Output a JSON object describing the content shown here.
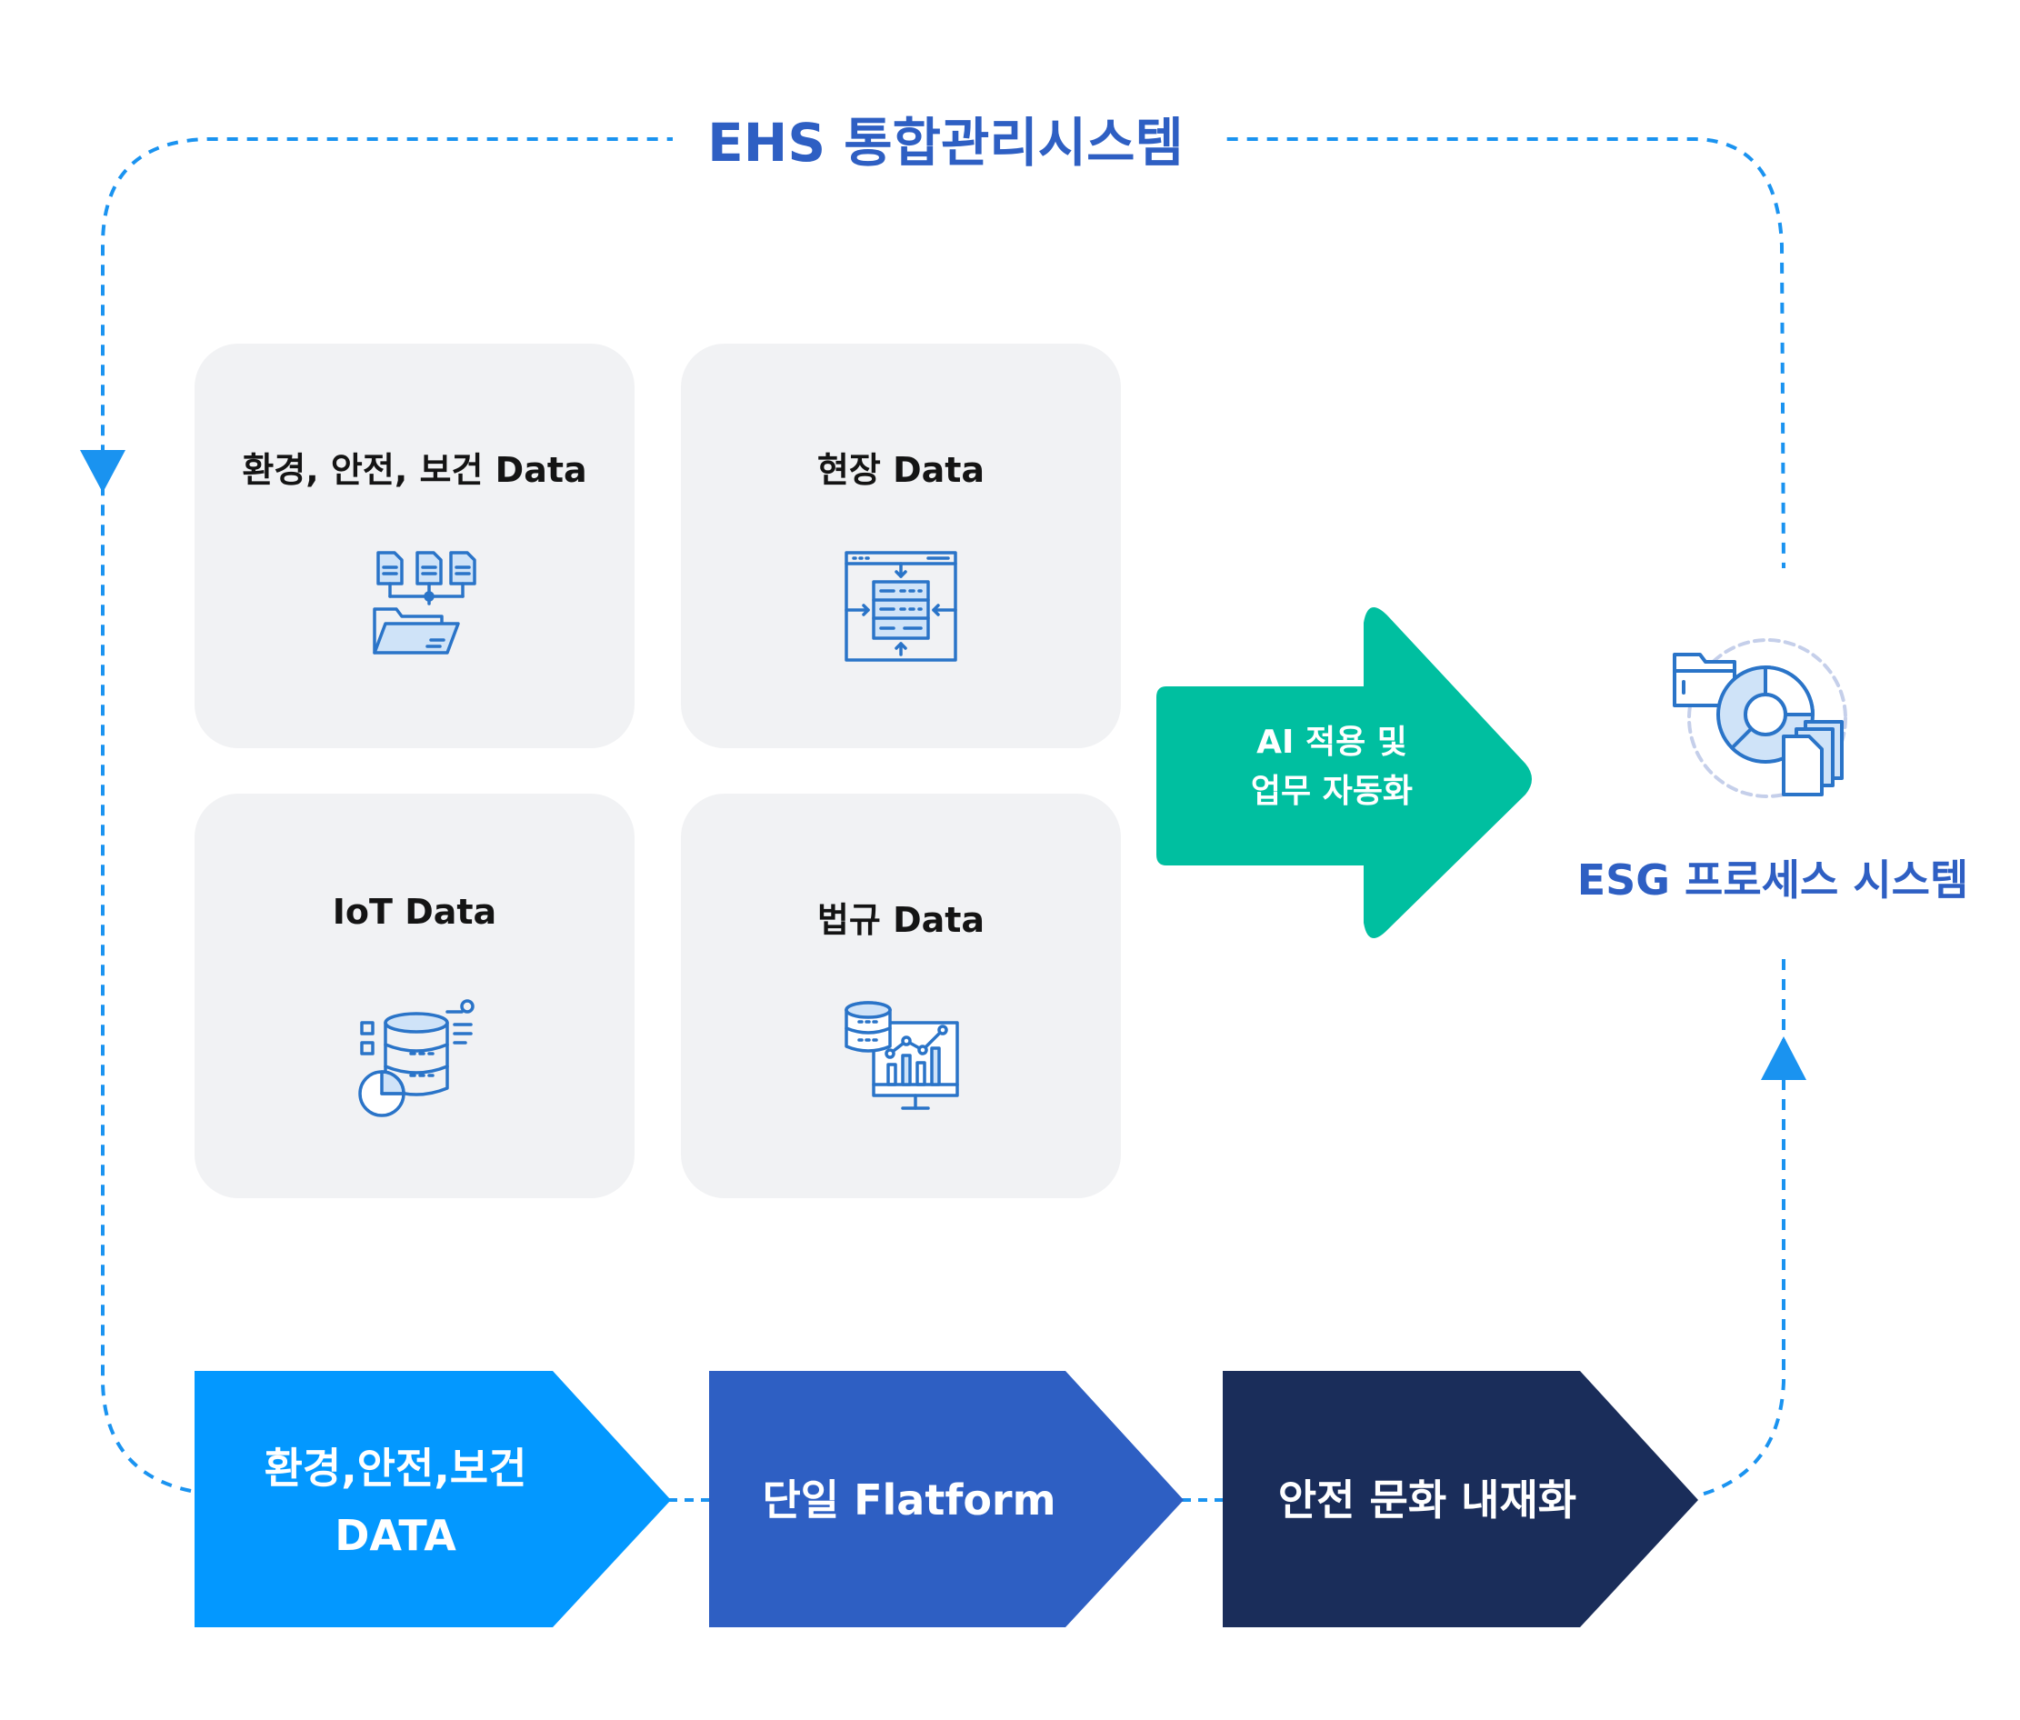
{
  "title": "EHS 통합관리시스템",
  "colors": {
    "title": "#2e5fc3",
    "dashed_loop": "#1a93f0",
    "card_bg": "#f1f2f4",
    "icon_stroke": "#2a74c8",
    "icon_fill": "#cfe3f8",
    "green_arrow": "#00bfa0",
    "chevron_1": "#0398ff",
    "chevron_2": "#2e5fc3",
    "chevron_3": "#1a2d5a",
    "esg_label": "#2e5fc3"
  },
  "cards": [
    {
      "label": "환경, 안전, 보건 Data",
      "icon": "documents-folder-icon"
    },
    {
      "label": "현장 Data",
      "icon": "server-integration-icon"
    },
    {
      "label": "IoT Data",
      "icon": "iot-database-icon"
    },
    {
      "label": "법규 Data",
      "icon": "database-analytics-icon"
    }
  ],
  "ai_arrow": {
    "line1": "AI 적용 및",
    "line2": "업무 자동화"
  },
  "esg": {
    "label": "ESG 프로세스 시스템",
    "icon": "esg-process-icon"
  },
  "chevrons": [
    {
      "line1": "환경,안전,보건",
      "line2": "DATA"
    },
    {
      "line1": "단일 Flatform"
    },
    {
      "line1": "안전 문화 내재화"
    }
  ]
}
